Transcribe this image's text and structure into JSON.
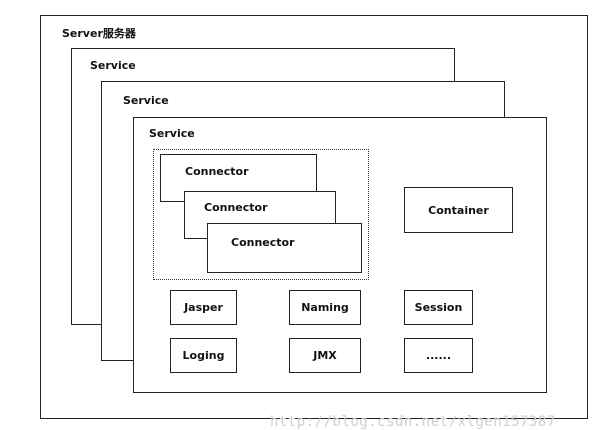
{
  "server": {
    "label": "Server服务器"
  },
  "services": [
    {
      "label": "Service"
    },
    {
      "label": "Service"
    },
    {
      "label": "Service"
    }
  ],
  "connectors": [
    {
      "label": "Connector"
    },
    {
      "label": "Connector"
    },
    {
      "label": "Connector"
    }
  ],
  "container": {
    "label": "Container"
  },
  "components": [
    {
      "label": "Jasper"
    },
    {
      "label": "Naming"
    },
    {
      "label": "Session"
    },
    {
      "label": "Loging"
    },
    {
      "label": "JMX"
    },
    {
      "label": "......"
    }
  ],
  "watermark": {
    "text": "http://blog.csdn.net/xlgen157387"
  }
}
